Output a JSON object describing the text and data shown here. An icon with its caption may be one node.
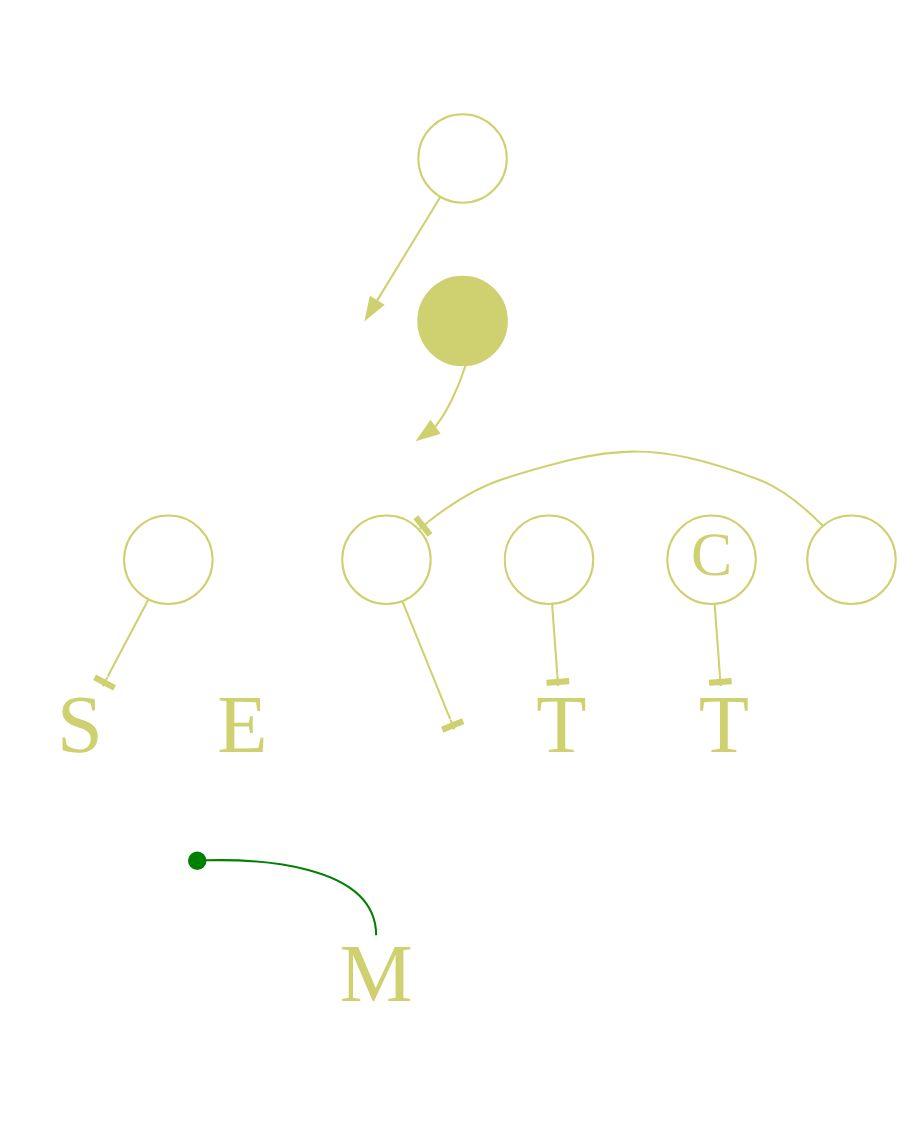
{
  "diagram": {
    "nodes": [
      {
        "text": [],
        "shape": "circle"
      },
      {
        "text": [],
        "shape": "circle"
      },
      {
        "text": [],
        "shape": "circle"
      },
      {
        "text": [],
        "shape": "circle"
      },
      {
        "text": [],
        "shape": "circle"
      },
      {
        "text": [
          "C"
        ]
      },
      {
        "text": [],
        "shape": "circle"
      },
      {
        "text": [
          "S"
        ]
      },
      {
        "text": [
          "T"
        ]
      },
      {
        "text": [
          "T"
        ]
      },
      {
        "text": [
          "M"
        ]
      }
    ],
    "edges": [
      {
        "from": 0,
        "to": null,
        "arrow": "to"
      },
      {
        "from": 1,
        "to": null,
        "arrow": "to"
      },
      {
        "from": 6,
        "to": 3,
        "arrow": "other"
      },
      {
        "from": 2,
        "to": 7,
        "arrow": "other"
      },
      {
        "from": 3,
        "to": null,
        "arrow": "other"
      },
      {
        "from": 4,
        "to": 8,
        "arrow": "other"
      },
      {
        "from": 5,
        "to": 9,
        "arrow": "other"
      },
      {
        "from": 10,
        "to": null,
        "arrow": "other",
        "color": "#008000"
      }
    ],
    "labels": [
      "E"
    ]
  }
}
